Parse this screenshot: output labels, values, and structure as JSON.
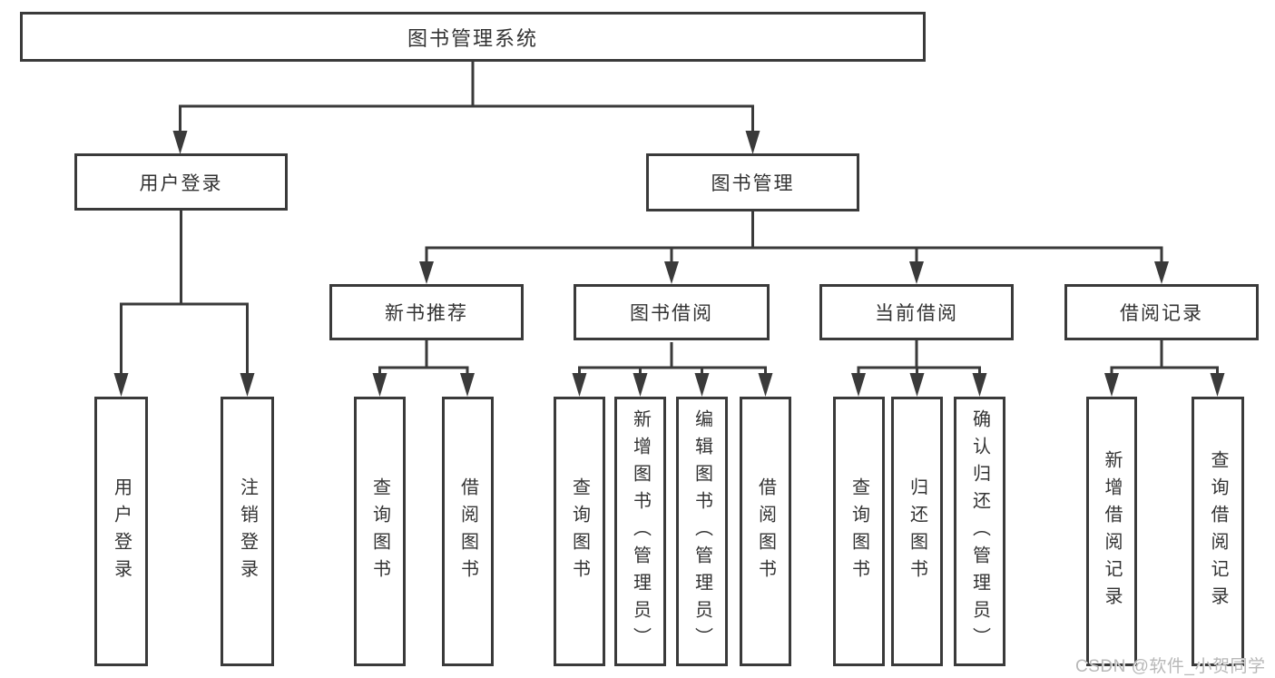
{
  "tree": {
    "root": {
      "label": "图书管理系统",
      "children": [
        {
          "label": "用户登录",
          "children": [
            {
              "label": "用户登录"
            },
            {
              "label": "注销登录"
            }
          ]
        },
        {
          "label": "图书管理",
          "children": [
            {
              "label": "新书推荐",
              "children": [
                {
                  "label": "查询图书"
                },
                {
                  "label": "借阅图书"
                }
              ]
            },
            {
              "label": "图书借阅",
              "children": [
                {
                  "label": "查询图书"
                },
                {
                  "label": "新增图书（管理员）"
                },
                {
                  "label": "编辑图书（管理员）"
                },
                {
                  "label": "借阅图书"
                }
              ]
            },
            {
              "label": "当前借阅",
              "children": [
                {
                  "label": "查询图书"
                },
                {
                  "label": "归还图书"
                },
                {
                  "label": "确认归还（管理员）"
                }
              ]
            },
            {
              "label": "借阅记录",
              "children": [
                {
                  "label": "新增借阅记录"
                },
                {
                  "label": "查询借阅记录"
                }
              ]
            }
          ]
        }
      ]
    }
  },
  "colors": {
    "line": "#3a3a3a",
    "text": "#333333",
    "watermark": "#b8b8b8"
  },
  "watermark": {
    "text": "CSDN @软件_小贺同学"
  }
}
